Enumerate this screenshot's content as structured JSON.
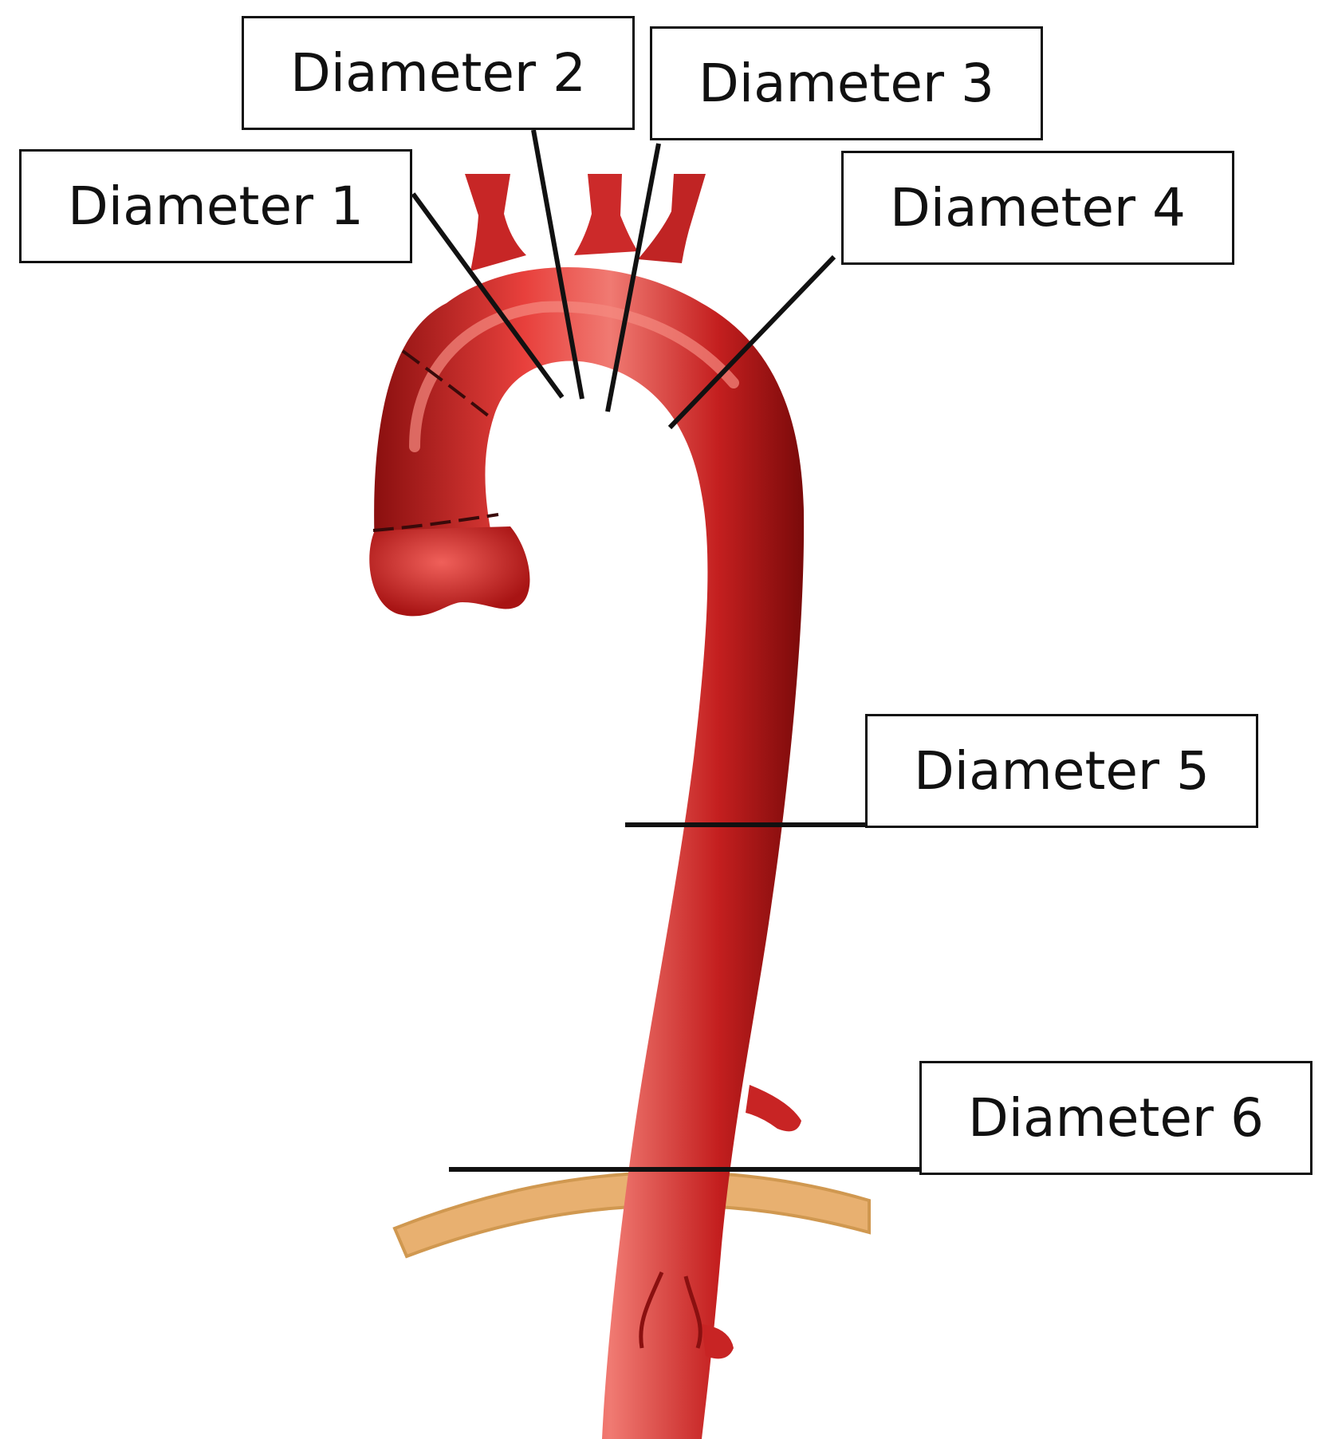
{
  "colors": {
    "aorta": "#d42a2a",
    "aorta_dark": "#8a0f0f",
    "aorta_highlight": "#f07070",
    "diaphragm": "#e8b070",
    "line": "#111111",
    "background": "#ffffff"
  },
  "labels": [
    {
      "id": "diameter-1",
      "text": "Diameter 1"
    },
    {
      "id": "diameter-2",
      "text": "Diameter 2"
    },
    {
      "id": "diameter-3",
      "text": "Diameter 3"
    },
    {
      "id": "diameter-4",
      "text": "Diameter 4"
    },
    {
      "id": "diameter-5",
      "text": "Diameter 5"
    },
    {
      "id": "diameter-6",
      "text": "Diameter 6"
    }
  ]
}
